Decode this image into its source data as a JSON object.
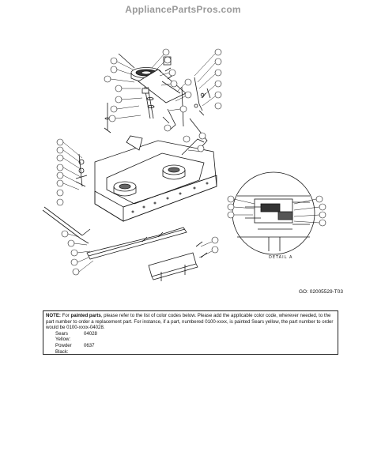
{
  "watermark": "AppliancePartsPros.com",
  "detail_label": "DETAIL A",
  "document_code": "GO: 02005529-T03",
  "note": {
    "label": "NOTE:",
    "text_a": " For ",
    "emphasis": "painted parts",
    "text_b": ", please refer to the list of color codes below. Please add the applicable color code, wherever needed, to the part number to order a replacement part. For instance, if a part, numbered 0100-xxxx, is painted Sears yellow, the part number to order would be 0100-xxxx-04028.",
    "codes": [
      {
        "name": "Sears Yellow:",
        "code": "04028"
      },
      {
        "name": "Powder Black:",
        "code": "0637"
      }
    ]
  },
  "colors": {
    "line": "#1a1a1a",
    "watermark": "#9a9a9a"
  }
}
